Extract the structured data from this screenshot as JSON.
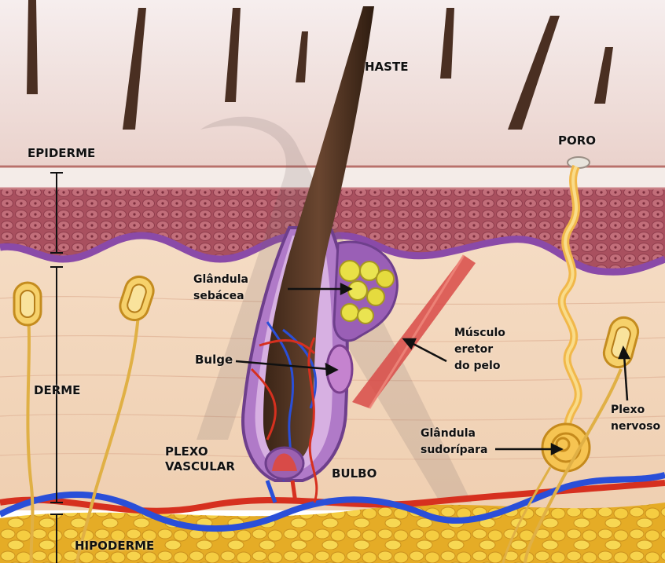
{
  "diagram": {
    "labels": {
      "haste": "HASTE",
      "poro": "PORO",
      "epiderme": "EPIDERME",
      "derme": "DERME",
      "hipoderme": "HIPODERME",
      "glandula_sebacea": "Glândula\nsebácea",
      "bulge": "Bulge",
      "musculo_eretor": "Músculo\neretor\ndo pelo",
      "plexo_vascular": "PLEXO\nVASCULAR",
      "bulbo": "BULBO",
      "glandula_sudoripara": "Glândula\nsudorípara",
      "plexo_nervoso": "Plexo\nnervoso"
    },
    "colors": {
      "epidermis_cells": "#b9626f",
      "basal_layer": "#8a4aa8",
      "dermis": "#f2d6bf",
      "fat": "#f2c53a",
      "vein": "#2a4fd8",
      "artery": "#d6301f",
      "nerve": "#e6b84a",
      "hair": "#5a3a24"
    }
  }
}
